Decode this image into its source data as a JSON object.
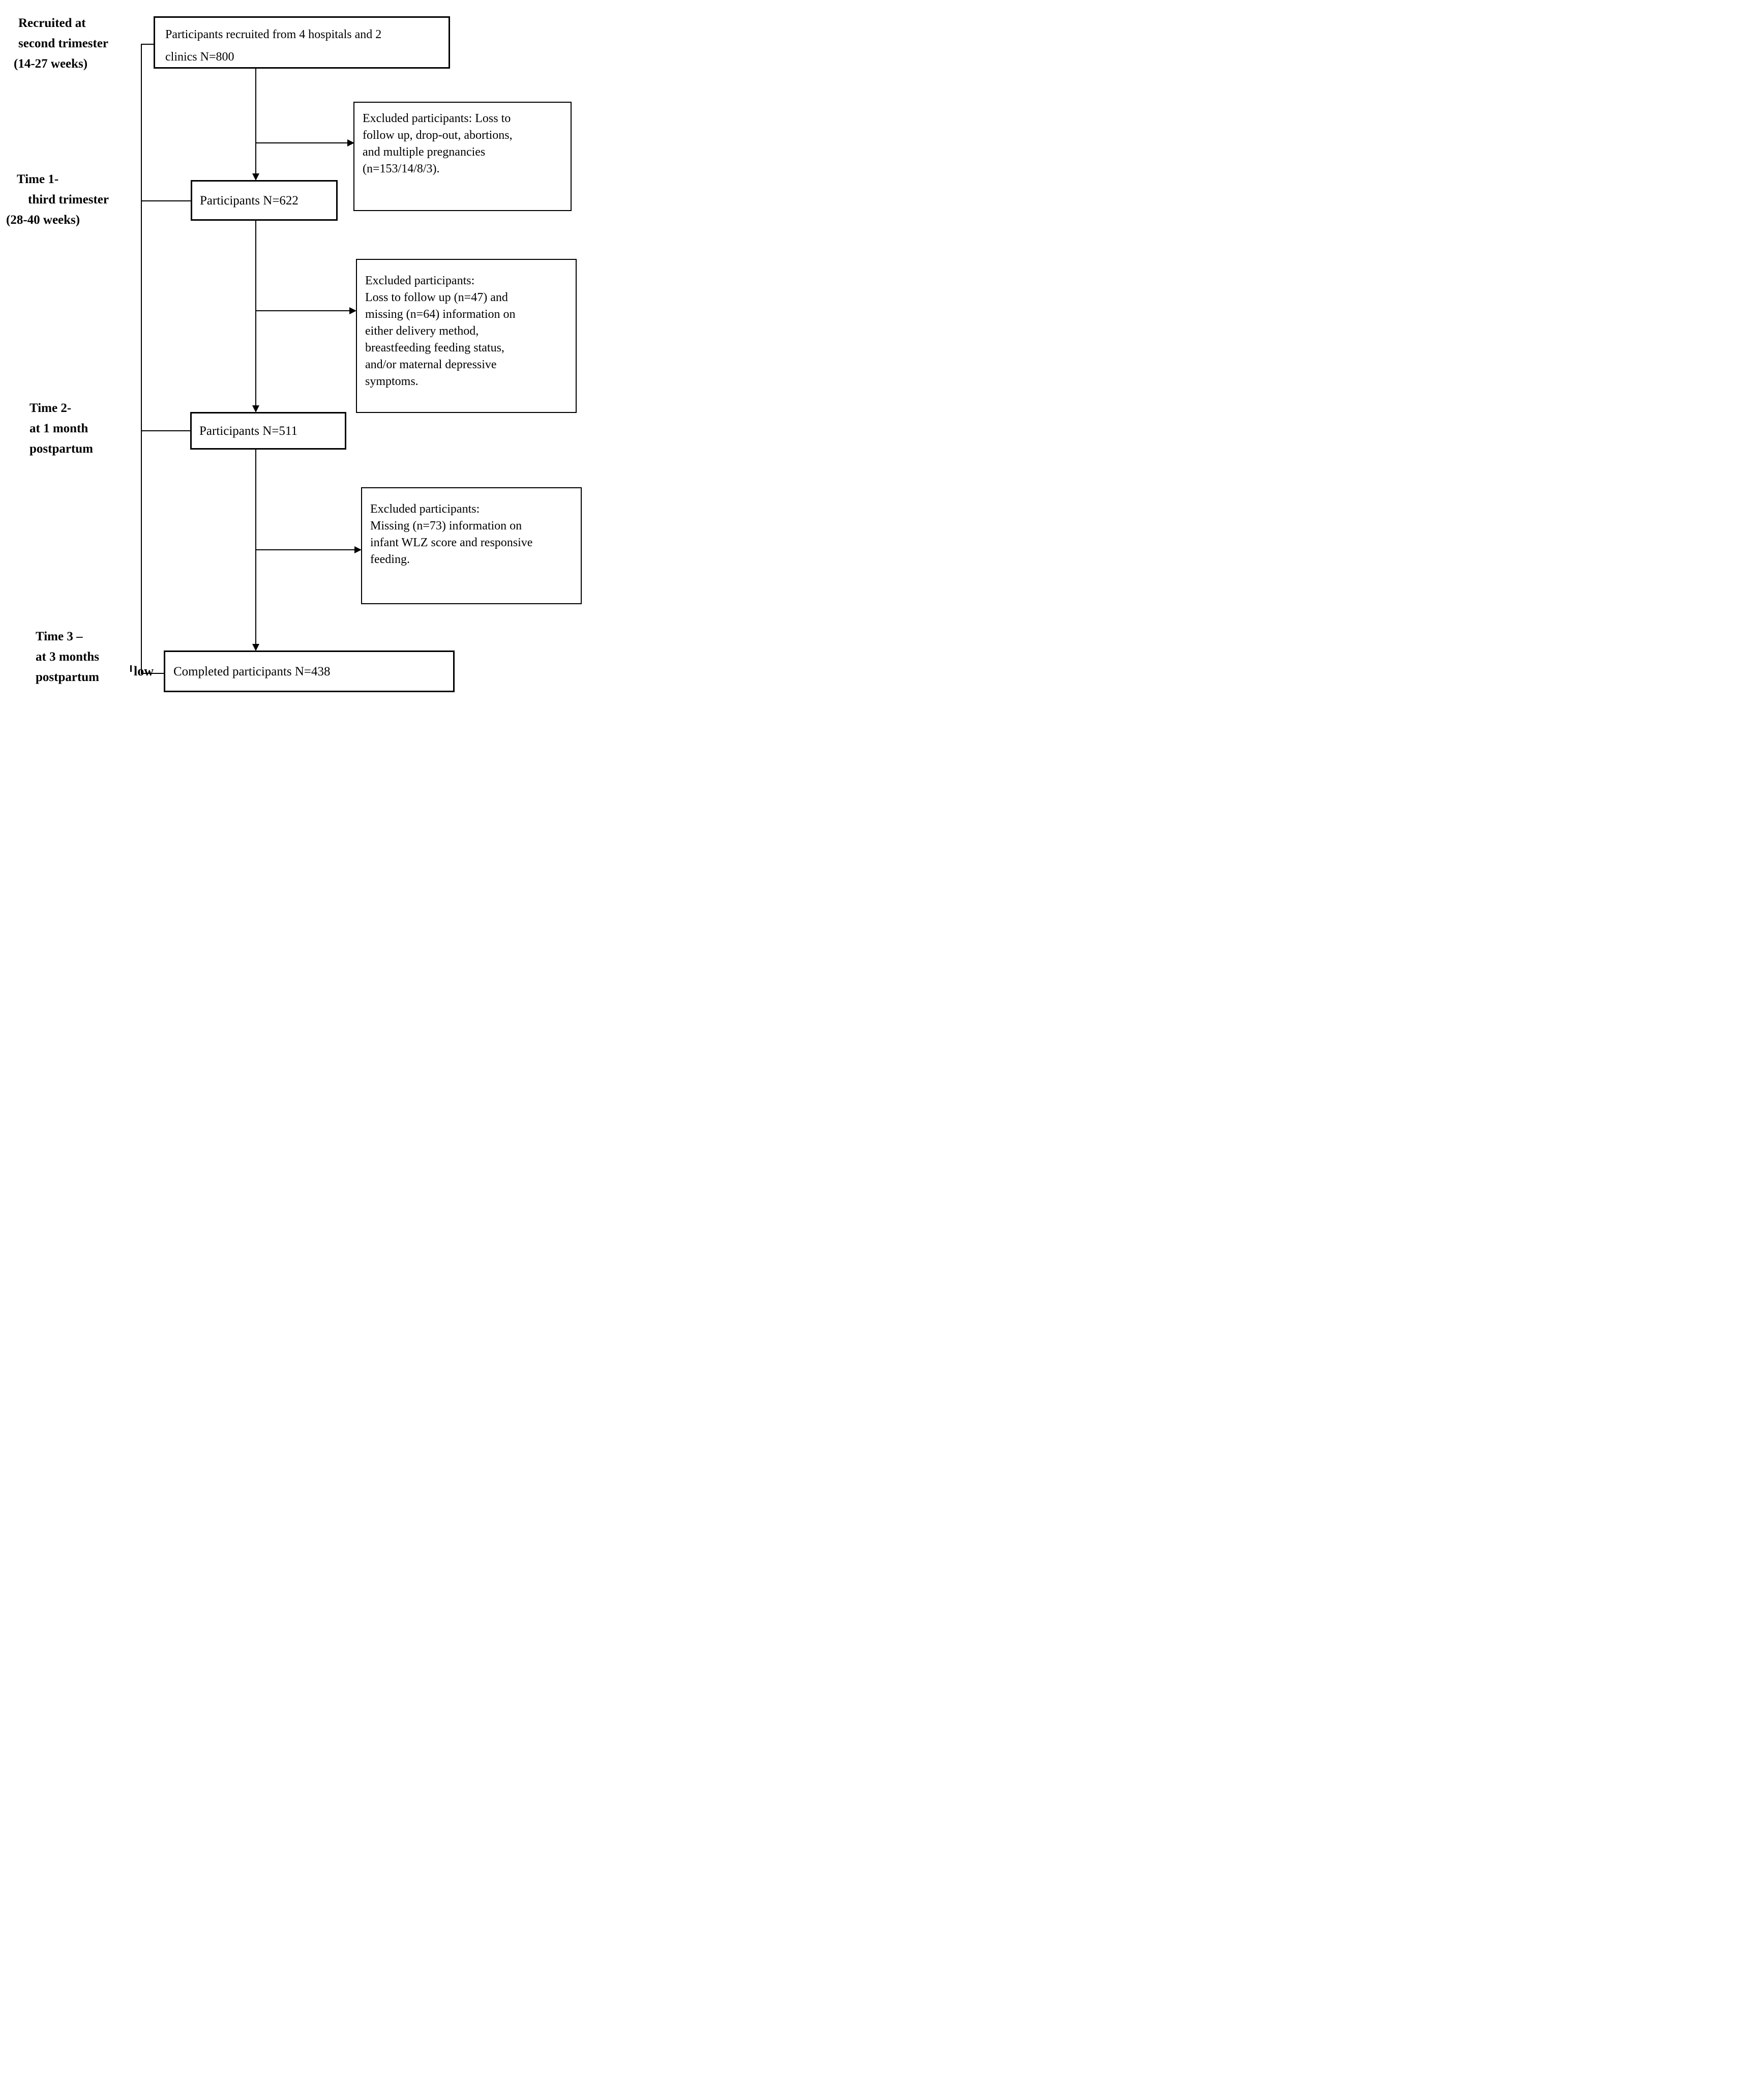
{
  "diagram": {
    "background_color": "#ffffff",
    "ink_color": "#000000",
    "timeline_labels": {
      "recruitment": {
        "lines": [
          "Recruited at",
          "second trimester",
          "(14-27 weeks)"
        ]
      },
      "time1": {
        "lines": [
          "Time 1-",
          "third trimester",
          "(28-40 weeks)"
        ]
      },
      "time2": {
        "lines": [
          "Time 2-",
          "at 1 month",
          "postpartum"
        ]
      },
      "time3": {
        "lines": [
          "Time 3 –",
          "at 3 months",
          "postpartum"
        ]
      }
    },
    "flow_boxes": {
      "recruited": {
        "lines": [
          "Participants recruited from 4 hospitals and 2",
          "clinics N=800"
        ]
      },
      "time1": {
        "label": "Participants N=622"
      },
      "time2": {
        "label": "Participants N=511"
      },
      "completed": {
        "label": "Completed participants N=438"
      }
    },
    "excluded_boxes": {
      "first": {
        "lines": [
          "Excluded participants: Loss to",
          "follow up, drop-out, abortions,",
          "and multiple pregnancies",
          "(n=153/14/8/3)."
        ]
      },
      "second": {
        "lines": [
          "Excluded participants:",
          "Loss to follow up (n=47) and",
          "missing (n=64) information on",
          "either delivery method,",
          "breastfeeding feeding status,",
          "and/or maternal depressive",
          "symptoms."
        ]
      },
      "third": {
        "lines": [
          "Excluded participants:",
          "Missing (n=73) information on",
          "infant WLZ score and responsive",
          "feeding."
        ]
      }
    },
    "partial_caption": {
      "text": "low"
    }
  }
}
